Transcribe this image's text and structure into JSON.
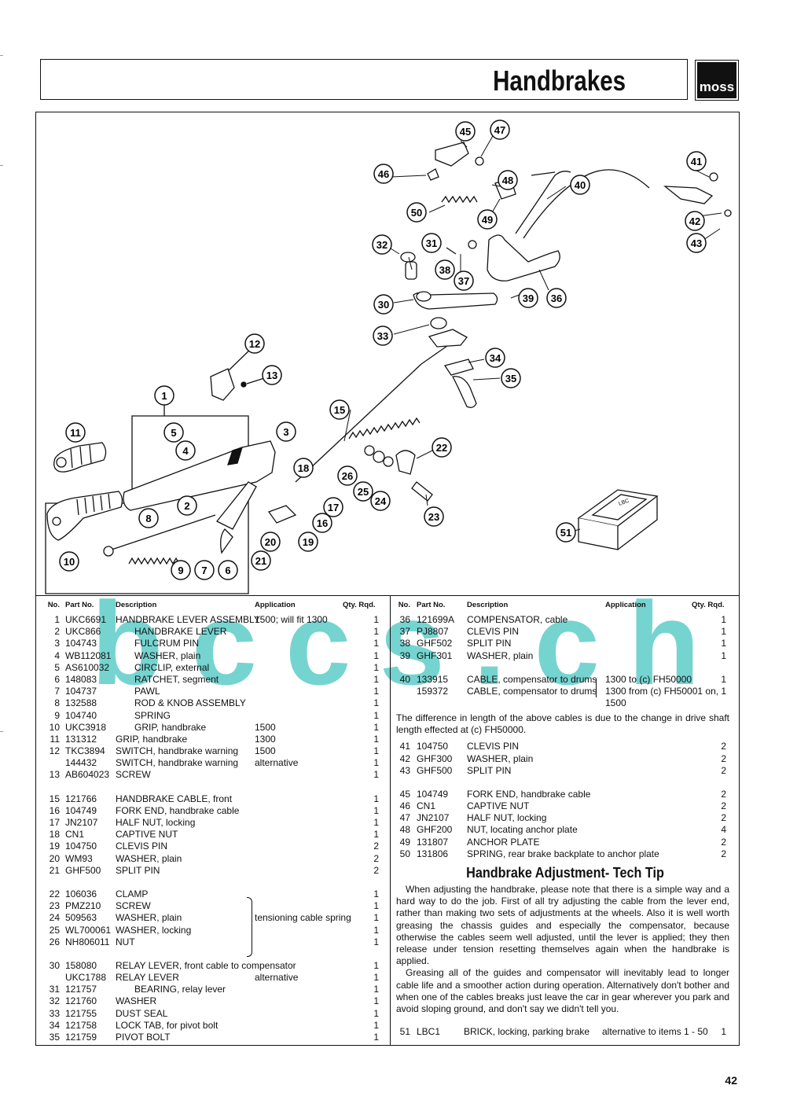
{
  "header": {
    "title": "Handbrakes",
    "logo_text": "moss"
  },
  "watermark": "bccs.ch",
  "table_headers": {
    "no": "No.",
    "part": "Part No.",
    "desc": "Description",
    "app": "Application",
    "qty": "Qty. Rqd."
  },
  "left_rows": [
    {
      "no": "1",
      "part": "UKC6691",
      "desc": "HANDBRAKE LEVER ASSEMBLY",
      "app": "1500; will fit 1300",
      "qty": "1"
    },
    {
      "no": "2",
      "part": "UKC866",
      "desc": "HANDBRAKE LEVER",
      "app": "",
      "qty": "1",
      "indent": true
    },
    {
      "no": "3",
      "part": "104743",
      "desc": "FULCRUM PIN",
      "app": "",
      "qty": "1",
      "indent": true
    },
    {
      "no": "4",
      "part": "WB112081",
      "desc": "WASHER, plain",
      "app": "",
      "qty": "1",
      "indent": true
    },
    {
      "no": "5",
      "part": "AS610032",
      "desc": "CIRCLIP, external",
      "app": "",
      "qty": "1",
      "indent": true
    },
    {
      "no": "6",
      "part": "148083",
      "desc": "RATCHET, segment",
      "app": "",
      "qty": "1",
      "indent": true
    },
    {
      "no": "7",
      "part": "104737",
      "desc": "PAWL",
      "app": "",
      "qty": "1",
      "indent": true
    },
    {
      "no": "8",
      "part": "132588",
      "desc": "ROD & KNOB ASSEMBLY",
      "app": "",
      "qty": "1",
      "indent": true
    },
    {
      "no": "9",
      "part": "104740",
      "desc": "SPRING",
      "app": "",
      "qty": "1",
      "indent": true
    },
    {
      "no": "10",
      "part": "UKC3918",
      "desc": "GRIP, handbrake",
      "app": "1500",
      "qty": "1",
      "indent": true
    },
    {
      "no": "11",
      "part": "131312",
      "desc": "GRIP, handbrake",
      "app": "1300",
      "qty": "1"
    },
    {
      "no": "12",
      "part": "TKC3894",
      "desc": "SWITCH, handbrake warning",
      "app": "1500",
      "qty": "1"
    },
    {
      "no": "",
      "part": "144432",
      "desc": "SWITCH, handbrake warning",
      "app": "alternative",
      "qty": "1"
    },
    {
      "no": "13",
      "part": "AB604023",
      "desc": "SCREW",
      "app": "",
      "qty": "1"
    },
    {
      "gap": true
    },
    {
      "no": "15",
      "part": "121766",
      "desc": "HANDBRAKE CABLE, front",
      "app": "",
      "qty": "1"
    },
    {
      "no": "16",
      "part": "104749",
      "desc": "FORK END, handbrake cable",
      "app": "",
      "qty": "1"
    },
    {
      "no": "17",
      "part": "JN2107",
      "desc": "HALF NUT, locking",
      "app": "",
      "qty": "1"
    },
    {
      "no": "18",
      "part": "CN1",
      "desc": "CAPTIVE NUT",
      "app": "",
      "qty": "1"
    },
    {
      "no": "19",
      "part": "104750",
      "desc": "CLEVIS PIN",
      "app": "",
      "qty": "2"
    },
    {
      "no": "20",
      "part": "WM93",
      "desc": "WASHER, plain",
      "app": "",
      "qty": "2"
    },
    {
      "no": "21",
      "part": "GHF500",
      "desc": "SPLIT PIN",
      "app": "",
      "qty": "2"
    },
    {
      "gap": true
    },
    {
      "no": "22",
      "part": "106036",
      "desc": "CLAMP",
      "app": "",
      "qty": "1"
    },
    {
      "no": "23",
      "part": "PMZ210",
      "desc": "SCREW",
      "app": "",
      "qty": "1"
    },
    {
      "no": "24",
      "part": "509563",
      "desc": "WASHER, plain",
      "app": "tensioning cable spring",
      "qty": "1"
    },
    {
      "no": "25",
      "part": "WL700061",
      "desc": "WASHER, locking",
      "app": "",
      "qty": "1"
    },
    {
      "no": "26",
      "part": "NH806011",
      "desc": "NUT",
      "app": "",
      "qty": "1"
    },
    {
      "gap": true
    },
    {
      "no": "30",
      "part": "158080",
      "desc": "RELAY LEVER, front cable to compensator",
      "app": "",
      "qty": "1"
    },
    {
      "no": "",
      "part": "UKC1788",
      "desc": "RELAY LEVER",
      "app": "alternative",
      "qty": "1"
    },
    {
      "no": "31",
      "part": "121757",
      "desc": "BEARING, relay lever",
      "app": "",
      "qty": "1",
      "indent": true
    },
    {
      "no": "32",
      "part": "121760",
      "desc": "WASHER",
      "app": "",
      "qty": "1"
    },
    {
      "no": "33",
      "part": "121755",
      "desc": "DUST SEAL",
      "app": "",
      "qty": "1"
    },
    {
      "no": "34",
      "part": "121758",
      "desc": "LOCK TAB, for pivot bolt",
      "app": "",
      "qty": "1"
    },
    {
      "no": "35",
      "part": "121759",
      "desc": "PIVOT BOLT",
      "app": "",
      "qty": "1"
    }
  ],
  "right_rows_a": [
    {
      "no": "36",
      "part": "121699A",
      "desc": "COMPENSATOR, cable",
      "app": "",
      "qty": "1"
    },
    {
      "no": "37",
      "part": "PJ8807",
      "desc": "CLEVIS PIN",
      "app": "",
      "qty": "1"
    },
    {
      "no": "38",
      "part": "GHF502",
      "desc": "SPLIT PIN",
      "app": "",
      "qty": "1"
    },
    {
      "no": "39",
      "part": "GHF301",
      "desc": "WASHER, plain",
      "app": "",
      "qty": "1"
    },
    {
      "gap": true
    },
    {
      "no": "40",
      "part": "133915",
      "desc": "CABLE, compensator to drums",
      "app": "1300 to (c) FH50000",
      "qty": "1"
    },
    {
      "no": "",
      "part": "159372",
      "desc": "CABLE, compensator to drums",
      "app": "1300 from (c) FH50001 on,",
      "qty": "1"
    },
    {
      "no": "",
      "part": "",
      "desc": "",
      "app": "1500",
      "qty": ""
    }
  ],
  "cable_note": "The difference in length of the above cables is due to the change in drive shaft length effected at (c) FH50000.",
  "right_rows_b": [
    {
      "no": "41",
      "part": "104750",
      "desc": "CLEVIS PIN",
      "app": "",
      "qty": "2"
    },
    {
      "no": "42",
      "part": "GHF300",
      "desc": "WASHER, plain",
      "app": "",
      "qty": "2"
    },
    {
      "no": "43",
      "part": "GHF500",
      "desc": "SPLIT PIN",
      "app": "",
      "qty": "2"
    },
    {
      "gap": true
    },
    {
      "no": "45",
      "part": "104749",
      "desc": "FORK END, handbrake cable",
      "app": "",
      "qty": "2"
    },
    {
      "no": "46",
      "part": "CN1",
      "desc": "CAPTIVE NUT",
      "app": "",
      "qty": "2"
    },
    {
      "no": "47",
      "part": "JN2107",
      "desc": "HALF NUT, locking",
      "app": "",
      "qty": "2"
    },
    {
      "no": "48",
      "part": "GHF200",
      "desc": "NUT, locating anchor plate",
      "app": "",
      "qty": "4"
    },
    {
      "no": "49",
      "part": "131807",
      "desc": "ANCHOR PLATE",
      "app": "",
      "qty": "2"
    },
    {
      "no": "50",
      "part": "131806",
      "desc": "SPRING, rear brake backplate to anchor plate",
      "app": "",
      "qty": "2"
    }
  ],
  "tip": {
    "title": "Handbrake Adjustment- Tech Tip",
    "p1": "When adjusting the handbrake, please note that there is a simple way and a hard way to do the job. First of all try adjusting the cable from the lever end, rather than making two sets of adjustments at the wheels. Also it is well worth greasing the chassis guides and especially the compensator, because otherwise the cables seem well adjusted, until the lever is applied; they then release under tension resetting themselves again when the handbrake is applied.",
    "p2": "Greasing all of the guides and compensator will inevitably lead to longer cable life and a smoother action during operation. Alternatively don't bother and when one of the cables breaks just leave the car in gear wherever you park and avoid sloping ground, and don't say we didn't tell you."
  },
  "last_row": {
    "no": "51",
    "part": "LBC1",
    "desc": "BRICK, locking, parking brake",
    "app": "alternative to items 1 - 50",
    "qty": "1"
  },
  "callouts": [
    "1",
    "2",
    "3",
    "4",
    "5",
    "6",
    "7",
    "8",
    "9",
    "10",
    "11",
    "12",
    "13",
    "15",
    "16",
    "17",
    "18",
    "19",
    "20",
    "21",
    "22",
    "23",
    "24",
    "25",
    "26",
    "30",
    "31",
    "32",
    "33",
    "34",
    "35",
    "36",
    "37",
    "38",
    "39",
    "40",
    "41",
    "42",
    "43",
    "45",
    "46",
    "47",
    "48",
    "49",
    "50",
    "51"
  ],
  "brick_label": "LBC",
  "page_number": "42"
}
